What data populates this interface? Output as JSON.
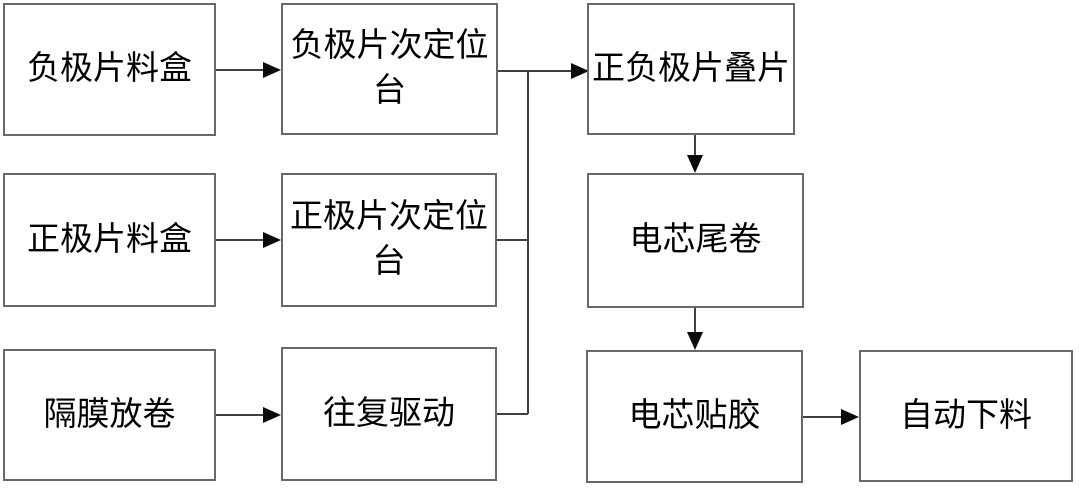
{
  "diagram": {
    "type": "flowchart",
    "description": "Battery cell lamination process flow",
    "colors": {
      "background": "#ffffff",
      "box_border": "#696969",
      "box_fill": "#ffffff",
      "connector": "#404040",
      "arrowhead": "#0a0a0a",
      "text": "#000000"
    },
    "nodes": [
      {
        "id": "neg-sheet-magazine",
        "label": "负极片料盒"
      },
      {
        "id": "pos-sheet-magazine",
        "label": "正极片料盒"
      },
      {
        "id": "separator-unwind",
        "label": "隔膜放卷"
      },
      {
        "id": "neg-sheet-positioning",
        "label": "负极片次定位台"
      },
      {
        "id": "pos-sheet-positioning",
        "label": "正极片次定位台"
      },
      {
        "id": "reciprocating-drive",
        "label": "往复驱动"
      },
      {
        "id": "stacking",
        "label": "正负极片叠片"
      },
      {
        "id": "cell-tail-winding",
        "label": "电芯尾卷"
      },
      {
        "id": "cell-taping",
        "label": "电芯贴胶"
      },
      {
        "id": "auto-unloading",
        "label": "自动下料"
      }
    ],
    "edges": [
      {
        "from": "neg-sheet-magazine",
        "to": "neg-sheet-positioning"
      },
      {
        "from": "pos-sheet-magazine",
        "to": "pos-sheet-positioning"
      },
      {
        "from": "separator-unwind",
        "to": "reciprocating-drive"
      },
      {
        "from": "neg-sheet-positioning",
        "to": "stacking"
      },
      {
        "from": "pos-sheet-positioning",
        "to": "stacking"
      },
      {
        "from": "reciprocating-drive",
        "to": "stacking"
      },
      {
        "from": "stacking",
        "to": "cell-tail-winding"
      },
      {
        "from": "cell-tail-winding",
        "to": "cell-taping"
      },
      {
        "from": "cell-taping",
        "to": "auto-unloading"
      }
    ]
  }
}
